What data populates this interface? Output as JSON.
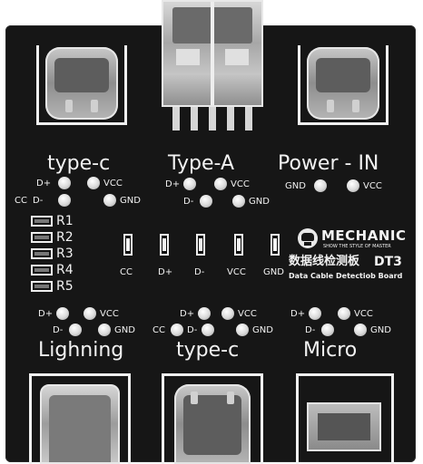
{
  "top_ports": {
    "type_c": {
      "title": "type-c",
      "pins": [
        "D+",
        "VCC",
        "CC",
        "D-",
        "GND"
      ]
    },
    "type_a": {
      "title": "Type-A",
      "pins": [
        "D+",
        "VCC",
        "D-",
        "GND"
      ]
    },
    "power_in": {
      "title": "Power - IN",
      "pins": [
        "GND",
        "VCC"
      ]
    }
  },
  "resistors": [
    "R1",
    "R2",
    "R3",
    "R4",
    "R5"
  ],
  "leds": [
    "CC",
    "D+",
    "D-",
    "VCC",
    "GND"
  ],
  "brand": {
    "name": "MECHANIC",
    "tagline": "SHOW THE STYLE OF MASTER",
    "chinese_title": "数据线检测板",
    "model": "DT3",
    "subtitle": "Data Cable Detectiob Board"
  },
  "bottom_ports": {
    "lightning": {
      "title": "Lighning",
      "pins": [
        "D+",
        "VCC",
        "D-",
        "GND"
      ]
    },
    "type_c": {
      "title": "type-c",
      "pins": [
        "D+",
        "VCC",
        "CC",
        "D-",
        "GND"
      ]
    },
    "micro": {
      "title": "Micro",
      "pins": [
        "D+",
        "VCC",
        "D-",
        "GND"
      ]
    }
  },
  "colors": {
    "board": "#161616",
    "silkscreen": "#f2f2f2",
    "pad": "#e6e6e6",
    "metal": "#b0b0b0"
  }
}
